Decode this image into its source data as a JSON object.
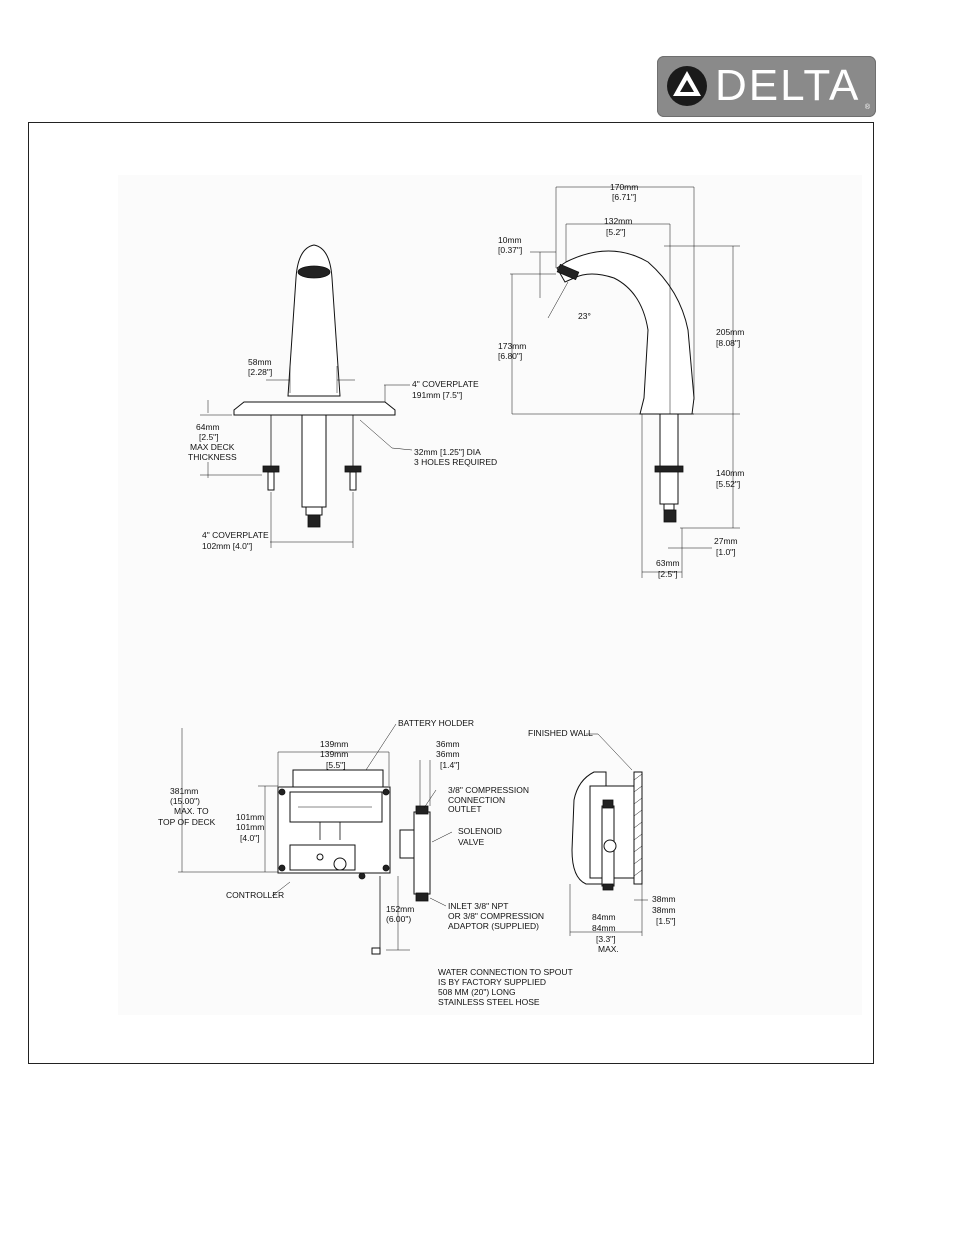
{
  "brand": {
    "name": "DELTA",
    "logo_icon": "delta-triangle-logo-icon",
    "trademark": "®"
  },
  "front_view": {
    "coverplate_top": [
      "4\" COVERPLATE",
      "191mm [7.5\"]"
    ],
    "spout_width": [
      "58mm",
      "[2.28\"]"
    ],
    "deck_thickness": [
      "64mm",
      "[2.5\"]",
      "MAX DECK",
      "THICKNESS"
    ],
    "holes": [
      "32mm [1.25\"] DIA",
      "3 HOLES REQUIRED"
    ],
    "coverplate_bottom": [
      "4\" COVERPLATE",
      "102mm [4.0\"]"
    ]
  },
  "side_view": {
    "overall_reach": [
      "170mm",
      "[6.71\"]"
    ],
    "spout_reach": [
      "132mm",
      "[5.2\"]"
    ],
    "outlet_offset": [
      "10mm",
      "[0.37\"]"
    ],
    "angle": "23°",
    "outlet_height": [
      "173mm",
      "[6.80\"]"
    ],
    "overall_height": [
      "205mm",
      "[8.08\"]"
    ],
    "below_deck": [
      "140mm",
      "[5.52\"]"
    ],
    "shank_offset": [
      "27mm",
      "[1.0\"]"
    ],
    "base_depth": [
      "63mm",
      "[2.5\"]"
    ]
  },
  "control_box": {
    "battery_holder": "BATTERY HOLDER",
    "width": [
      "139mm",
      "139mm",
      "[5.5\"]"
    ],
    "valve_offset": [
      "36mm",
      "36mm",
      "[1.4\"]"
    ],
    "compression_outlet": [
      "3/8\" COMPRESSION",
      "CONNECTION",
      "OUTLET"
    ],
    "solenoid": [
      "SOLENOID",
      "VALVE"
    ],
    "max_height": [
      "381mm",
      "(15.00\")",
      "MAX. TO",
      "TOP OF DECK"
    ],
    "box_height": [
      "101mm",
      "101mm",
      "[4.0\"]"
    ],
    "controller": "CONTROLLER",
    "cable_length": [
      "152mm",
      "(6.00\")"
    ],
    "inlet": [
      "INLET 3/8\" NPT",
      "OR 3/8\" COMPRESSION",
      "ADAPTOR (SUPPLIED)"
    ],
    "hose_note": [
      "WATER CONNECTION TO SPOUT",
      "IS BY FACTORY SUPPLIED",
      "508 MM (20\") LONG",
      "STAINLESS STEEL HOSE"
    ]
  },
  "wall_view": {
    "finished_wall": "FINISHED WALL",
    "wall_offset": [
      "38mm",
      "38mm",
      "[1.5\"]"
    ],
    "depth": [
      "84mm",
      "84mm",
      "[3.3\"]",
      "MAX."
    ]
  }
}
